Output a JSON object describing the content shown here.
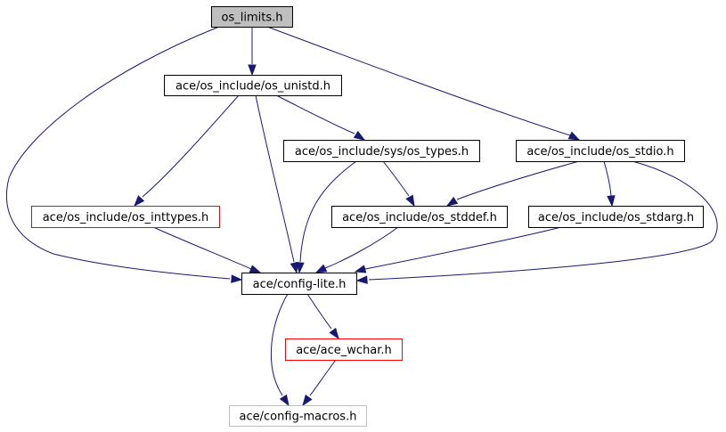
{
  "diagram": {
    "nodes": {
      "os_limits": {
        "label": "os_limits.h",
        "fill": "#bfbfbf",
        "border": "#000000"
      },
      "os_unistd": {
        "label": "ace/os_include/os_unistd.h",
        "fill": "#ffffff",
        "border": "#000000"
      },
      "sys_os_types": {
        "label": "ace/os_include/sys/os_types.h",
        "fill": "#ffffff",
        "border": "#000000"
      },
      "os_stdio": {
        "label": "ace/os_include/os_stdio.h",
        "fill": "#ffffff",
        "border": "#000000"
      },
      "os_inttypes": {
        "label": "ace/os_include/os_inttypes.h",
        "fill": "#ffffff",
        "border": "#ff0000"
      },
      "os_stddef": {
        "label": "ace/os_include/os_stddef.h",
        "fill": "#ffffff",
        "border": "#000000"
      },
      "os_stdarg": {
        "label": "ace/os_include/os_stdarg.h",
        "fill": "#ffffff",
        "border": "#000000"
      },
      "config_lite": {
        "label": "ace/config-lite.h",
        "fill": "#ffffff",
        "border": "#000000"
      },
      "ace_wchar": {
        "label": "ace/ace_wchar.h",
        "fill": "#ffffff",
        "border": "#ff0000"
      },
      "config_macros": {
        "label": "ace/config-macros.h",
        "fill": "#ffffff",
        "border": "#bfbfbf"
      }
    },
    "edges": [
      {
        "from": "os_limits",
        "to": "os_unistd"
      },
      {
        "from": "os_limits",
        "to": "os_stdio"
      },
      {
        "from": "os_limits",
        "to": "config_lite"
      },
      {
        "from": "os_unistd",
        "to": "sys_os_types"
      },
      {
        "from": "os_unistd",
        "to": "os_inttypes"
      },
      {
        "from": "os_unistd",
        "to": "config_lite"
      },
      {
        "from": "sys_os_types",
        "to": "os_stddef"
      },
      {
        "from": "sys_os_types",
        "to": "config_lite"
      },
      {
        "from": "os_stdio",
        "to": "os_stddef"
      },
      {
        "from": "os_stdio",
        "to": "os_stdarg"
      },
      {
        "from": "os_stdio",
        "to": "config_lite"
      },
      {
        "from": "os_inttypes",
        "to": "config_lite"
      },
      {
        "from": "os_stddef",
        "to": "config_lite"
      },
      {
        "from": "os_stdarg",
        "to": "config_lite"
      },
      {
        "from": "config_lite",
        "to": "ace_wchar"
      },
      {
        "from": "config_lite",
        "to": "config_macros"
      },
      {
        "from": "ace_wchar",
        "to": "config_macros"
      }
    ],
    "edge_color": "#191970"
  }
}
